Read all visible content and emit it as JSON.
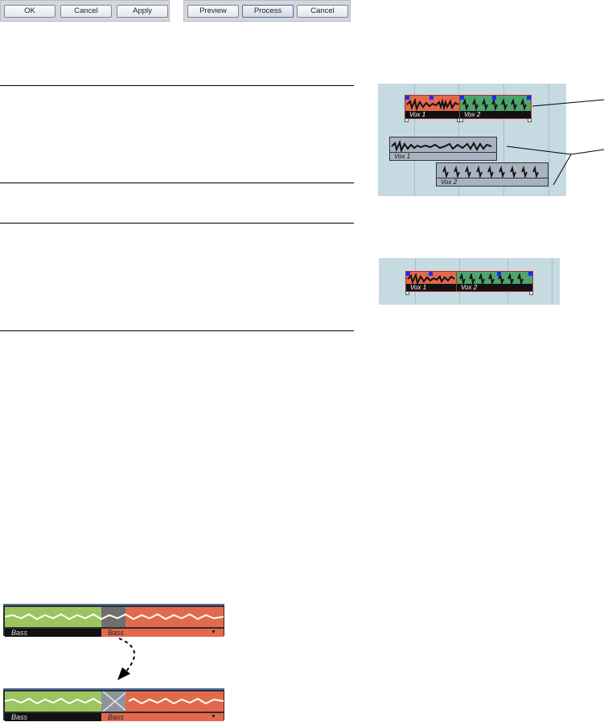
{
  "dialog_buttons": {
    "ok": "OK",
    "cancel": "Cancel",
    "apply": "Apply"
  },
  "process_buttons": {
    "preview": "Preview",
    "process": "Process",
    "cancel": "Cancel"
  },
  "arrange_top": {
    "events": {
      "vox1": "Vox 1",
      "vox2": "Vox 2"
    }
  },
  "arrange_bottom": {
    "events": {
      "vox1": "Vox 1",
      "vox2": "Vox 2"
    }
  },
  "bass_before": {
    "left_label": "Bass",
    "right_label": "Bass"
  },
  "bass_after": {
    "left_label": "Bass",
    "right_label": "Bass"
  },
  "colors": {
    "panel_bg": "#c6dbe1",
    "event_red": "#e2694c",
    "event_green": "#4fa36b",
    "event_gray": "#a9b3c0",
    "strip_green": "#9bc65f",
    "strip_red": "#e2694c",
    "marker_blue": "#1a2cff"
  }
}
